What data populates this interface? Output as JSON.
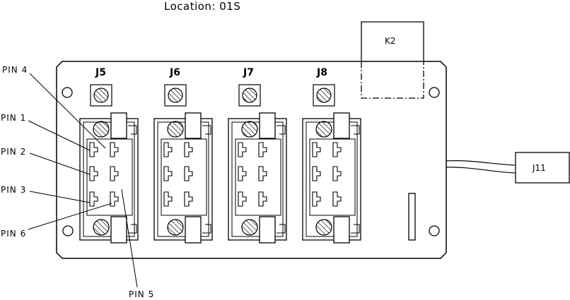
{
  "location_label": "Location: 01S",
  "connectors": [
    {
      "id": "J5",
      "label": "J5"
    },
    {
      "id": "J6",
      "label": "J6"
    },
    {
      "id": "J7",
      "label": "J7"
    },
    {
      "id": "J8",
      "label": "J8"
    }
  ],
  "relay_label": "K2",
  "cable_connector_label": "J11",
  "pin_labels": {
    "pin1": "PIN 1",
    "pin2": "PIN 2",
    "pin3": "PIN 3",
    "pin4": "PIN 4",
    "pin5": "PIN 5",
    "pin6": "PIN 6"
  }
}
